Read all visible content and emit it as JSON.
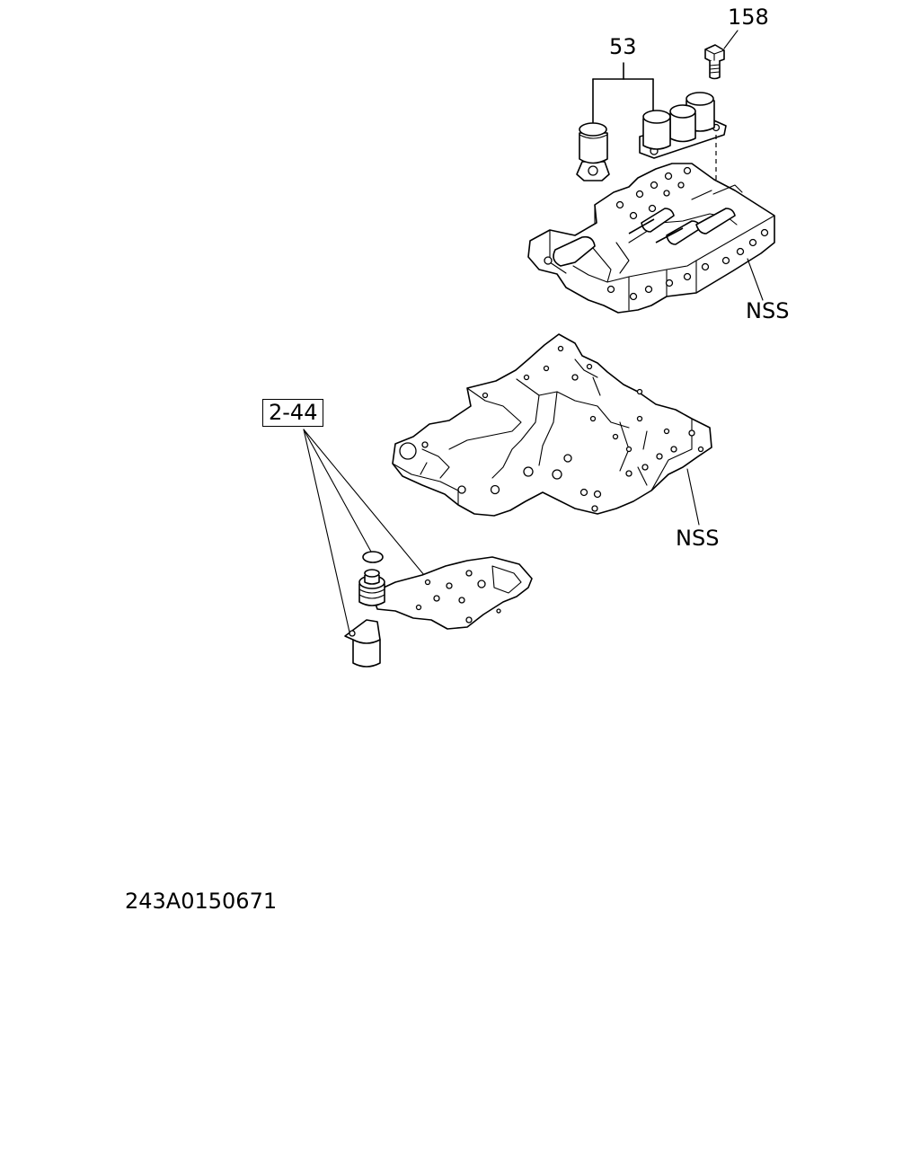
{
  "callouts": {
    "bolt": "158",
    "solenoid_set": "53",
    "upper_valve_body": "NSS",
    "lower_valve_body": "NSS",
    "kit_reference": "2-44"
  },
  "drawing_number": "243A0150671"
}
